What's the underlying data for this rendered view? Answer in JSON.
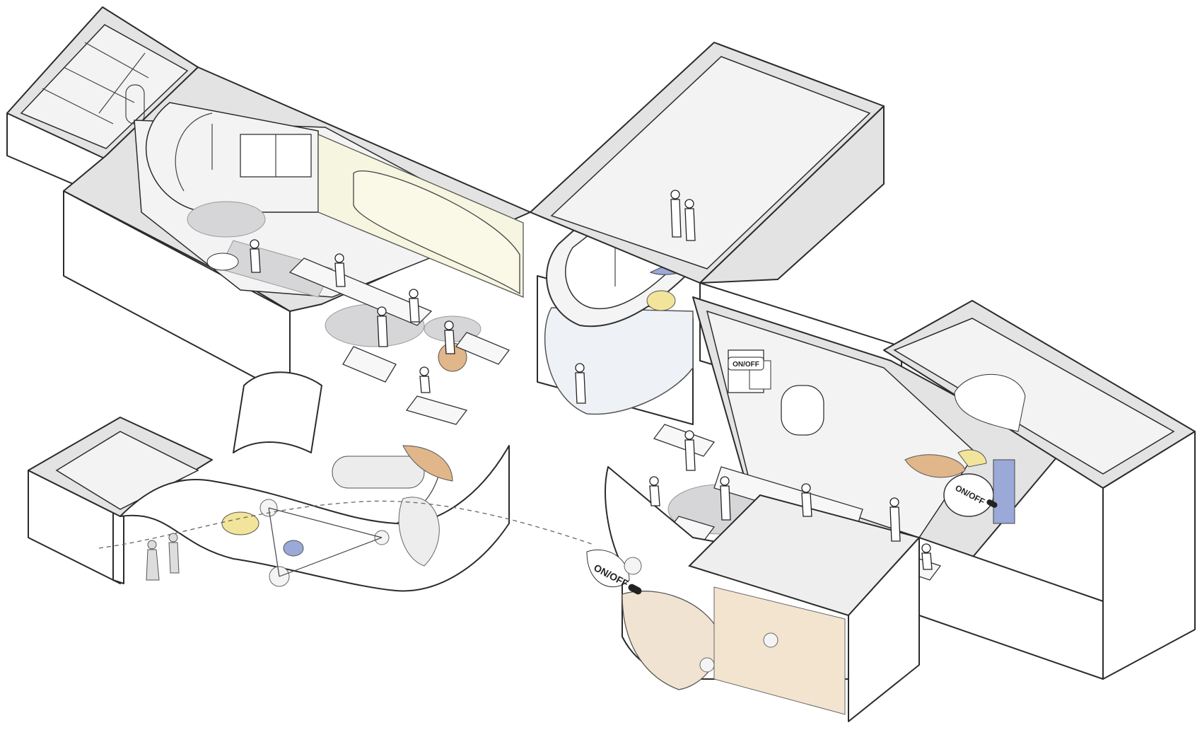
{
  "signage": {
    "on_off_1": "ON/OFF",
    "on_off_2": "ON/OFF",
    "on_off_3": "ON/OFF"
  },
  "colors": {
    "floor": "#f3f3f3",
    "wall_top": "#e3e3e3",
    "outline": "#2b2b2b",
    "accent_yellow": "#f2e49a",
    "accent_blue": "#9aa9d8",
    "accent_orange": "#e0b68a",
    "accent_peach": "#f1e3d1",
    "accent_light_yellow": "#f6f5df",
    "glass": "#eef2f6"
  },
  "icons": [
    "person-figure-icon",
    "toggle-switch-icon",
    "globe-node-icon"
  ]
}
